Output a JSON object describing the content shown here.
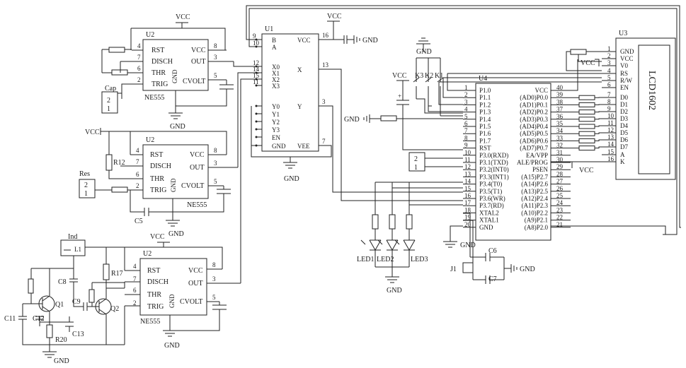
{
  "power": {
    "vcc": "VCC",
    "gnd": "GND"
  },
  "ne555": {
    "ref": "U2",
    "part": "NE555",
    "pins": {
      "rst": "RST",
      "disch": "DISCH",
      "thr": "THR",
      "trig": "TRIG",
      "vcc": "VCC",
      "out": "OUT",
      "cvolt": "CVOLT",
      "gnd": "GND"
    },
    "pin_numbers": {
      "rst": "4",
      "disch": "7",
      "thr": "6",
      "trig": "2",
      "vcc": "8",
      "out": "3",
      "cvolt": "5"
    }
  },
  "sensor_cap": {
    "label": "Cap",
    "pins": [
      "2",
      "1"
    ]
  },
  "sensor_res": {
    "label": "Res",
    "pins": [
      "2",
      "1"
    ],
    "resistor": "R12",
    "cap": "C5"
  },
  "sensor_ind": {
    "label": "Ind",
    "ref": "L1",
    "caps": [
      "C8",
      "C9",
      "C11",
      "C12",
      "C13"
    ],
    "transistors": [
      "Q1",
      "Q2"
    ],
    "resistors": [
      "R17",
      "R20"
    ]
  },
  "mux": {
    "ref": "U1",
    "left_pins": [
      {
        "num": "9",
        "name": "B"
      },
      {
        "num": "10",
        "name": "A"
      },
      {
        "num": "12",
        "name": "X0"
      },
      {
        "num": "14",
        "name": "X1"
      },
      {
        "num": "15",
        "name": "X2"
      },
      {
        "num": "11",
        "name": "X3"
      },
      {
        "num": "",
        "name": "Y0"
      },
      {
        "num": "",
        "name": "Y1"
      },
      {
        "num": "",
        "name": "Y2"
      },
      {
        "num": "",
        "name": "Y3"
      },
      {
        "num": "",
        "name": "EN"
      },
      {
        "num": "",
        "name": "GND"
      }
    ],
    "right_pins": [
      {
        "num": "16",
        "name": "VCC"
      },
      {
        "num": "13",
        "name": "X"
      },
      {
        "num": "3",
        "name": "Y"
      },
      {
        "num": "7",
        "name": "VEE"
      }
    ]
  },
  "mcu": {
    "ref": "U4",
    "left_pins": [
      {
        "num": "1",
        "name": "P1.0"
      },
      {
        "num": "2",
        "name": "P1.1"
      },
      {
        "num": "3",
        "name": "P1.2"
      },
      {
        "num": "4",
        "name": "P1.3"
      },
      {
        "num": "5",
        "name": "P1.4"
      },
      {
        "num": "6",
        "name": "P1.5"
      },
      {
        "num": "7",
        "name": "P1.6"
      },
      {
        "num": "8",
        "name": "P1.7"
      },
      {
        "num": "9",
        "name": "RST"
      },
      {
        "num": "10",
        "name": "P3.0(RXD)"
      },
      {
        "num": "11",
        "name": "P3.1(TXD)"
      },
      {
        "num": "12",
        "name": "P3.2(INT0)"
      },
      {
        "num": "13",
        "name": "P3.3(INT1)"
      },
      {
        "num": "14",
        "name": "P3.4(T0)"
      },
      {
        "num": "15",
        "name": "P3.5(T1)"
      },
      {
        "num": "16",
        "name": "P3.6(WR)"
      },
      {
        "num": "17",
        "name": "P3.7(RD)"
      },
      {
        "num": "18",
        "name": "XTAL2"
      },
      {
        "num": "19",
        "name": "XTAL1"
      },
      {
        "num": "20",
        "name": "GND"
      }
    ],
    "right_pins": [
      {
        "num": "40",
        "name": "VCC"
      },
      {
        "num": "39",
        "name": "(AD0)P0.0"
      },
      {
        "num": "38",
        "name": "(AD1)P0.1"
      },
      {
        "num": "37",
        "name": "(AD2)P0.2"
      },
      {
        "num": "36",
        "name": "(AD3)P0.3"
      },
      {
        "num": "35",
        "name": "(AD4)P0.4"
      },
      {
        "num": "34",
        "name": "(AD5)P0.5"
      },
      {
        "num": "33",
        "name": "(AD6)P0.6"
      },
      {
        "num": "32",
        "name": "(AD7)P0.7"
      },
      {
        "num": "31",
        "name": "EA/VPP"
      },
      {
        "num": "30",
        "name": "ALE/PROG"
      },
      {
        "num": "29",
        "name": "PSEN"
      },
      {
        "num": "28",
        "name": "(A15)P2.7"
      },
      {
        "num": "27",
        "name": "(A14)P2.6"
      },
      {
        "num": "26",
        "name": "(A13)P2.5"
      },
      {
        "num": "25",
        "name": "(A12)P2.4"
      },
      {
        "num": "24",
        "name": "(A11)P2.3"
      },
      {
        "num": "23",
        "name": "(A10)P2.2"
      },
      {
        "num": "22",
        "name": "(A9)P2.1"
      },
      {
        "num": "21",
        "name": "(A8)P2.0"
      }
    ]
  },
  "lcd": {
    "ref": "U3",
    "title": "LCD1602",
    "pins": [
      {
        "num": "1",
        "name": "GND"
      },
      {
        "num": "2",
        "name": "VCC"
      },
      {
        "num": "3",
        "name": "V0"
      },
      {
        "num": "4",
        "name": "RS"
      },
      {
        "num": "5",
        "name": "R/W"
      },
      {
        "num": "6",
        "name": "EN"
      },
      {
        "num": "7",
        "name": "D0"
      },
      {
        "num": "8",
        "name": "D1"
      },
      {
        "num": "9",
        "name": "D2"
      },
      {
        "num": "10",
        "name": "D3"
      },
      {
        "num": "11",
        "name": "D4"
      },
      {
        "num": "12",
        "name": "D5"
      },
      {
        "num": "13",
        "name": "D6"
      },
      {
        "num": "14",
        "name": "D7"
      },
      {
        "num": "15",
        "name": "A"
      },
      {
        "num": "16",
        "name": "K"
      }
    ]
  },
  "keys": [
    "K3",
    "K2",
    "K1"
  ],
  "leds": [
    "LED1",
    "LED2",
    "LED3"
  ],
  "crystal": {
    "ref": "J1",
    "caps": [
      "C6",
      "C7"
    ]
  },
  "serial_header": {
    "pins": [
      "2",
      "1"
    ]
  }
}
